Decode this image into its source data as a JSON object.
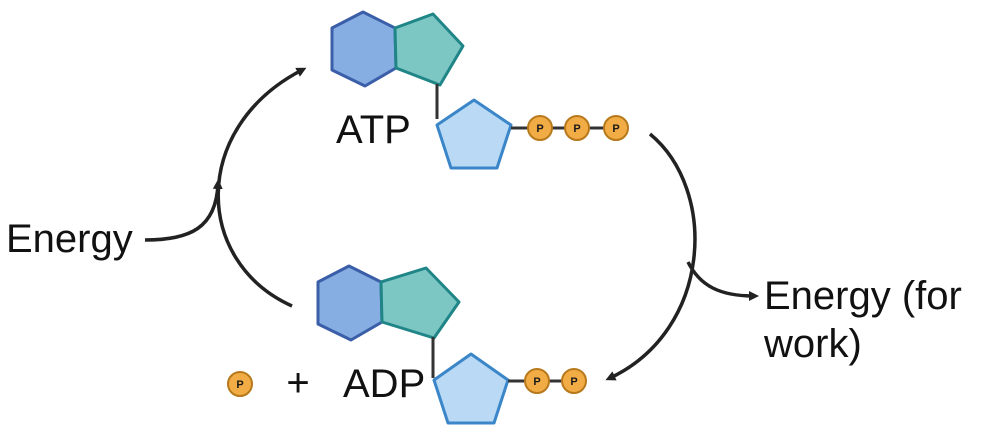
{
  "labels": {
    "atp": "ATP",
    "adp": "ADP",
    "energy_in": "Energy",
    "energy_out_line1": "Energy (for",
    "energy_out_line2": "work)",
    "plus": "+"
  },
  "phosphate": {
    "symbol": "P",
    "atp_count": 3,
    "adp_count": 2,
    "free_count": 1
  },
  "colors": {
    "hexagon_fill": "#86aee2",
    "hexagon_stroke": "#3b5ea8",
    "pentagon_teal_fill": "#7cc6c4",
    "pentagon_teal_stroke": "#1f8587",
    "ribose_fill": "#b9d9f4",
    "ribose_stroke": "#3a86c8",
    "phosphate_fill": "#f2ac45",
    "phosphate_stroke": "#b8791c",
    "arrow": "#222222"
  }
}
